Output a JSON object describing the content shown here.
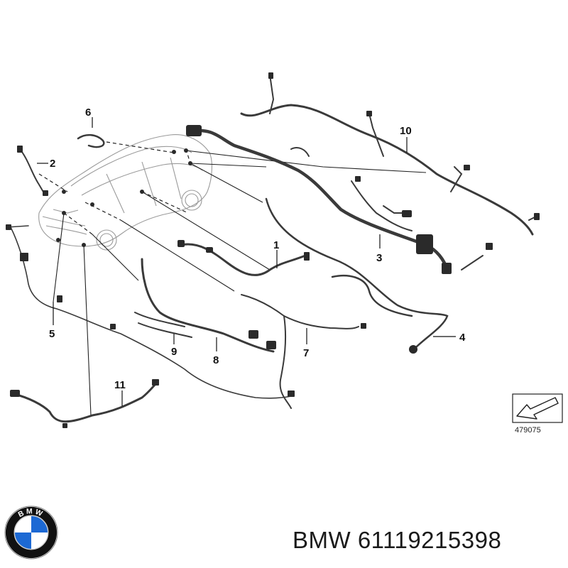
{
  "diagram": {
    "callouts": [
      {
        "id": "1",
        "label": "1"
      },
      {
        "id": "2",
        "label": "2"
      },
      {
        "id": "3",
        "label": "3"
      },
      {
        "id": "4",
        "label": "4"
      },
      {
        "id": "5",
        "label": "5"
      },
      {
        "id": "6",
        "label": "6"
      },
      {
        "id": "7",
        "label": "7"
      },
      {
        "id": "8",
        "label": "8"
      },
      {
        "id": "9",
        "label": "9"
      },
      {
        "id": "10",
        "label": "10"
      },
      {
        "id": "11",
        "label": "11"
      }
    ],
    "reference_number": "479075",
    "wire_color": "#3a3a3a",
    "car_outline_color": "#9a9a9a"
  },
  "brand": {
    "logo_text": "BMW",
    "logo_colors": {
      "ring": "#111111",
      "blue": "#1c69d4",
      "white": "#ffffff"
    }
  },
  "caption": {
    "text": "BMW 61119215398"
  }
}
